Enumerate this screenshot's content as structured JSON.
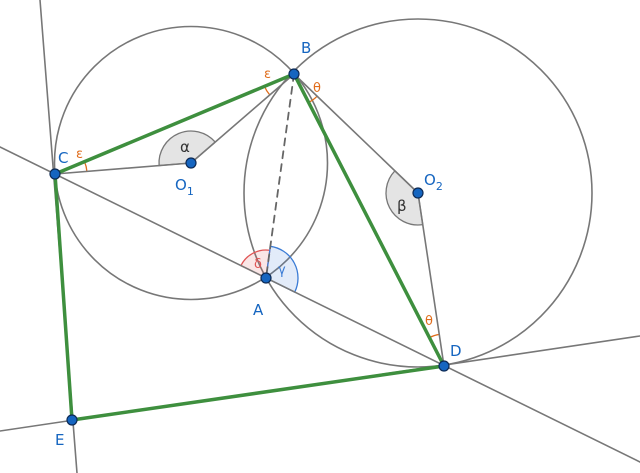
{
  "points": {
    "A": "A",
    "B": "B",
    "C": "C",
    "D": "D",
    "E": "E",
    "O1": "O",
    "O1_sub": "1",
    "O2": "O",
    "O2_sub": "2"
  },
  "angles": {
    "alpha": "α",
    "beta": "β",
    "gamma": "γ",
    "delta": "δ",
    "epsilon": "ε",
    "theta": "θ"
  },
  "colors": {
    "point": "#1565c0",
    "label": "#1565c0",
    "line": "#777777",
    "green": "#3e8f3e",
    "orange": "#e06c1a",
    "red": "#e05555",
    "blue": "#3a7bd5",
    "sector": "#e4e4e4"
  }
}
